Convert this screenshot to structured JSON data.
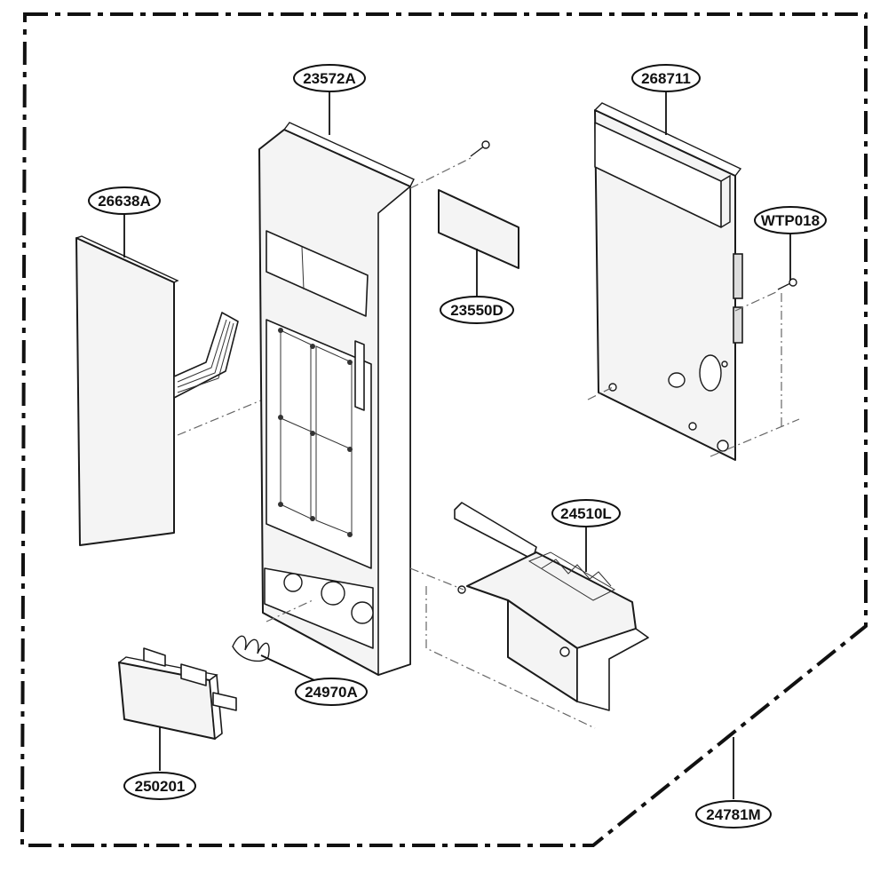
{
  "diagram": {
    "callouts": [
      {
        "id": "front-panel",
        "label": "23572A"
      },
      {
        "id": "membrane-keypad",
        "label": "26638A"
      },
      {
        "id": "pcb-assembly",
        "label": "268711"
      },
      {
        "id": "screw",
        "label": "WTP018"
      },
      {
        "id": "display-window",
        "label": "23550D"
      },
      {
        "id": "door-latch-lever",
        "label": "24510L"
      },
      {
        "id": "spring",
        "label": "24970A"
      },
      {
        "id": "push-button",
        "label": "250201"
      },
      {
        "id": "control-assembly",
        "label": "24781M"
      }
    ]
  }
}
